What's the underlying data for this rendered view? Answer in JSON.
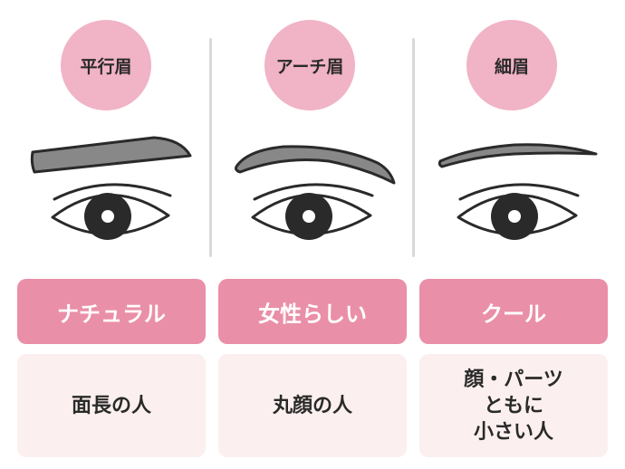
{
  "colors": {
    "circle": "#f1b3c6",
    "label_bar": "#ea8fa8",
    "desc_card": "#fbf0ef",
    "brow_fill": "#888888",
    "outline": "#2a2a2a"
  },
  "columns": [
    {
      "brow_type": "平行眉",
      "label": "ナチュラル",
      "description": [
        "面長の人"
      ],
      "icons": [
        "parallel-eyebrow-icon",
        "eye-icon"
      ]
    },
    {
      "brow_type": "アーチ眉",
      "label": "女性らしい",
      "description": [
        "丸顔の人"
      ],
      "icons": [
        "arched-eyebrow-icon",
        "eye-icon"
      ]
    },
    {
      "brow_type": "細眉",
      "label": "クール",
      "description": [
        "顔・パーツ",
        "ともに",
        "小さい人"
      ],
      "icons": [
        "thin-eyebrow-icon",
        "eye-icon"
      ]
    }
  ]
}
